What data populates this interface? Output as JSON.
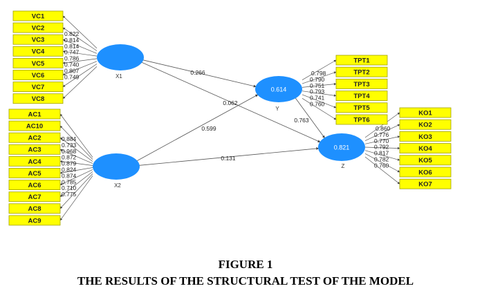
{
  "colors": {
    "indicator_fill": "#ffff00",
    "indicator_stroke": "#a0a000",
    "latent_fill": "#1e90ff",
    "line": "#555555",
    "text": "#222222"
  },
  "caption": {
    "line1": "FIGURE 1",
    "line2": "THE RESULTS OF THE STRUCTURAL TEST OF THE MODEL"
  },
  "latents": [
    {
      "id": "X1",
      "name": "X1",
      "r2": ""
    },
    {
      "id": "X2",
      "name": "X2",
      "r2": ""
    },
    {
      "id": "Y",
      "name": "Y",
      "r2": "0.614"
    },
    {
      "id": "Z",
      "name": "Z",
      "r2": "0.821"
    }
  ],
  "indicators": {
    "X1": [
      "VC1",
      "VC2",
      "VC3",
      "VC4",
      "VC5",
      "VC6",
      "VC7",
      "VC8"
    ],
    "X2": [
      "AC1",
      "AC10",
      "AC2",
      "AC3",
      "AC4",
      "AC5",
      "AC6",
      "AC7",
      "AC8",
      "AC9"
    ],
    "Y": [
      "TPT1",
      "TPT2",
      "TPT3",
      "TPT4",
      "TPT5",
      "TPT6"
    ],
    "Z": [
      "KO1",
      "KO2",
      "KO3",
      "KO4",
      "KO5",
      "KO6",
      "KO7"
    ]
  },
  "loadings": {
    "X1": [
      "0.822",
      "0.814",
      "0.814",
      "0.747",
      "0.786",
      "0.740",
      "0.807",
      "0.749"
    ],
    "X2": [
      "0.884",
      "0.733",
      "0.968",
      "0.872",
      "0.879",
      "0.824",
      "0.874",
      "0.785",
      "0.710",
      "0.775"
    ],
    "Y": [
      "0.798",
      "0.790",
      "0.751",
      "0.793",
      "0.741",
      "0.760"
    ],
    "Z": [
      "0.860",
      "0.776",
      "0.770",
      "0.792",
      "0.817",
      "0.782",
      "0.760"
    ]
  },
  "paths": [
    {
      "from": "X1",
      "to": "Y",
      "coef": "0.266"
    },
    {
      "from": "X1",
      "to": "Z",
      "coef": "0.062"
    },
    {
      "from": "X2",
      "to": "Y",
      "coef": "0.599"
    },
    {
      "from": "X2",
      "to": "Z",
      "coef": "0.131"
    },
    {
      "from": "Y",
      "to": "Z",
      "coef": "0.763"
    }
  ]
}
